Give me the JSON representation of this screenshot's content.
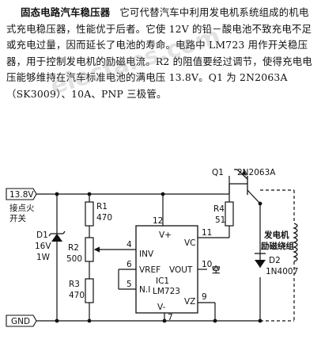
{
  "description": {
    "title": "固态电路汽车稳压器",
    "body": "它可代替汽车中利用发电机系统组成的机电式充电稳压器，性能优于后者。它使 12V 的铅－酸电池不致充电不足或充电过量，因而延长了电池的寿命。电路中 LM723 用作开关稳压器，用于控制发电机的励磁电流。R2 的阻值要经过调节，使得充电电压能够维持在汽车标准电池的满电压 13.8V。Q1 为 2N2063A（SK3009）、10A、PNP 三极管。"
  },
  "watermark": "elecfans.com",
  "circuit": {
    "supply_label": "13.8V",
    "gnd_label": "GND",
    "ignition_label_1": "接点火",
    "ignition_label_2": "开关",
    "d1": {
      "ref": "D1",
      "v": "16V",
      "p": "1W"
    },
    "r1": {
      "ref": "R1",
      "value": "470"
    },
    "r2": {
      "ref": "R2",
      "value": "500"
    },
    "r3": {
      "ref": "R3",
      "value": "470"
    },
    "r4": {
      "ref": "R4",
      "value": "51"
    },
    "q1": {
      "ref": "Q1",
      "part": "2N2063A"
    },
    "d2": {
      "ref": "D2",
      "part": "1N4007"
    },
    "field_label_1": "发电机",
    "field_label_2": "励磁绕组",
    "ic": {
      "ref": "IC1",
      "part": "LM723",
      "pins": {
        "vplus": "V+",
        "inv": "INV",
        "vref": "VREF",
        "ni": "N.I",
        "vc": "VC",
        "vout": "VOUT",
        "vz": "VZ",
        "vminus": "V-"
      },
      "pin_numbers": {
        "p12": "12",
        "p4": "4",
        "p6": "6",
        "p5": "5",
        "p11": "11",
        "p10": "10",
        "p9": "9",
        "p7": "7"
      },
      "nc_label": "空"
    }
  }
}
